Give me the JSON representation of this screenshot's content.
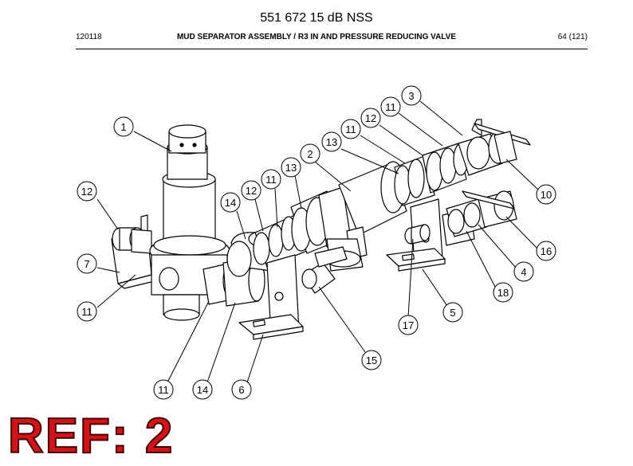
{
  "header": {
    "doc_title": "551 672 15 dB NSS",
    "doc_number": "120118",
    "section_title": "MUD SEPARATOR ASSEMBLY / R3 IN AND PRESSURE REDUCING VALVE",
    "page_number": "64 (121)"
  },
  "callouts": [
    "1",
    "12",
    "7",
    "11",
    "14",
    "12",
    "11",
    "13",
    "2",
    "13",
    "11",
    "12",
    "11",
    "3",
    "10",
    "16",
    "4",
    "18",
    "5",
    "17",
    "15",
    "6",
    "14",
    "11"
  ],
  "ref_label": "REF: 2"
}
